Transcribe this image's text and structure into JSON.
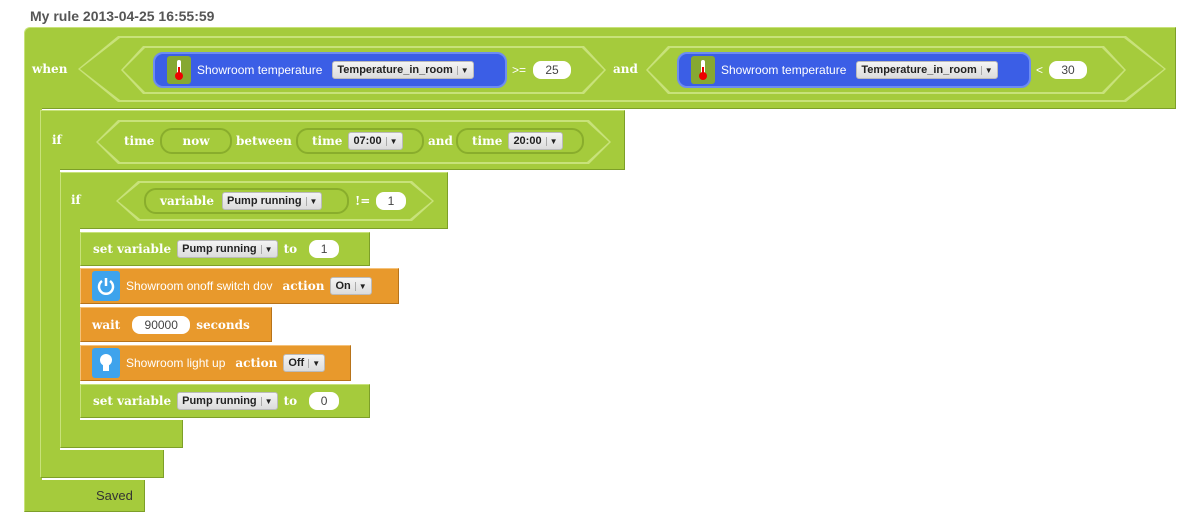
{
  "title": "My rule 2013-04-25 16:55:59",
  "when": {
    "label": "when",
    "and_label": "and",
    "cond1": {
      "device": "Showroom temperature",
      "property": "Temperature_in_room",
      "operator": ">=",
      "value": "25"
    },
    "cond2": {
      "device": "Showroom temperature",
      "property": "Temperature_in_room",
      "operator": "<",
      "value": "30"
    }
  },
  "if1": {
    "label": "if",
    "time_label": "time",
    "now": "now",
    "between": "between",
    "and_label": "and",
    "from": "07:00",
    "to": "20:00"
  },
  "if2": {
    "label": "if",
    "variable_label": "variable",
    "variable": "Pump running",
    "operator": "!=",
    "value": "1"
  },
  "statements": {
    "set1": {
      "label": "set variable",
      "variable": "Pump running",
      "to": "to",
      "value": "1"
    },
    "switch": {
      "device": "Showroom onoff switch dov",
      "action_label": "action",
      "action": "On"
    },
    "wait": {
      "label": "wait",
      "value": "90000",
      "unit": "seconds"
    },
    "light": {
      "device": "Showroom light up",
      "action_label": "action",
      "action": "Off"
    },
    "set2": {
      "label": "set variable",
      "variable": "Pump running",
      "to": "to",
      "value": "0"
    }
  },
  "status": "Saved",
  "colors": {
    "green": "#a5cb3c",
    "blue": "#3b5ee6",
    "orange": "#e8992c"
  }
}
